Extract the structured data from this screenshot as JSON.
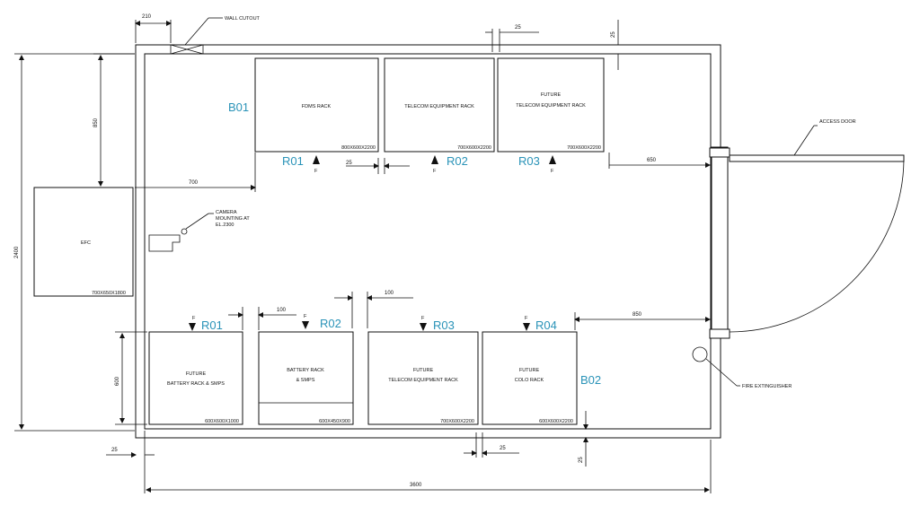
{
  "labels": {
    "wall_cutout": "WALL CUTOUT",
    "access_door": "ACCESS DOOR",
    "fire_extinguisher": "FIRE EXTINGUISHER",
    "camera_line1": "CAMERA",
    "camera_line2": "MOUNTING AT",
    "camera_line3": "EL.2300",
    "front_marker": "F"
  },
  "blocks": {
    "top": "B01",
    "bottom": "B02"
  },
  "top_racks": [
    {
      "id": "R01",
      "lines": [
        "",
        "FDMS RACK"
      ],
      "size": "800X600X2200"
    },
    {
      "id": "R02",
      "lines": [
        "",
        "TELECOM EQUIPMENT RACK"
      ],
      "size": "700X600X2200"
    },
    {
      "id": "R03",
      "lines": [
        "FUTURE",
        "TELECOM EQUIPMENT RACK"
      ],
      "size": "700X600X2200"
    }
  ],
  "bottom_racks": [
    {
      "id": "R01",
      "lines": [
        "FUTURE",
        "BATTERY RACK & SMPS"
      ],
      "size": "600X600X1000"
    },
    {
      "id": "R02",
      "lines": [
        "BATTERY RACK",
        "& SMPS"
      ],
      "size": "600X450X900"
    },
    {
      "id": "R03",
      "lines": [
        "FUTURE",
        "TELECOM EQUIPMENT RACK"
      ],
      "size": "700X600X2200"
    },
    {
      "id": "R04",
      "lines": [
        "FUTURE",
        "COLO RACK"
      ],
      "size": "600X600X2200"
    }
  ],
  "efc": {
    "label": "EFC",
    "size": "700X650X1800"
  },
  "dimensions": {
    "cutout_width": "210",
    "top_gap": "25",
    "top_right_offset": "25",
    "efc_offset": "850",
    "efc_to_rack": "700",
    "rack_gap_top": "25",
    "door_offset": "650",
    "room_height": "2400",
    "bottom_gap_1": "100",
    "bottom_gap_2": "100",
    "right_clear": "850",
    "rack_depth": "600",
    "left_offset": "25",
    "bottom_gap": "25",
    "bottom_right_offset": "25",
    "room_width": "3600"
  }
}
